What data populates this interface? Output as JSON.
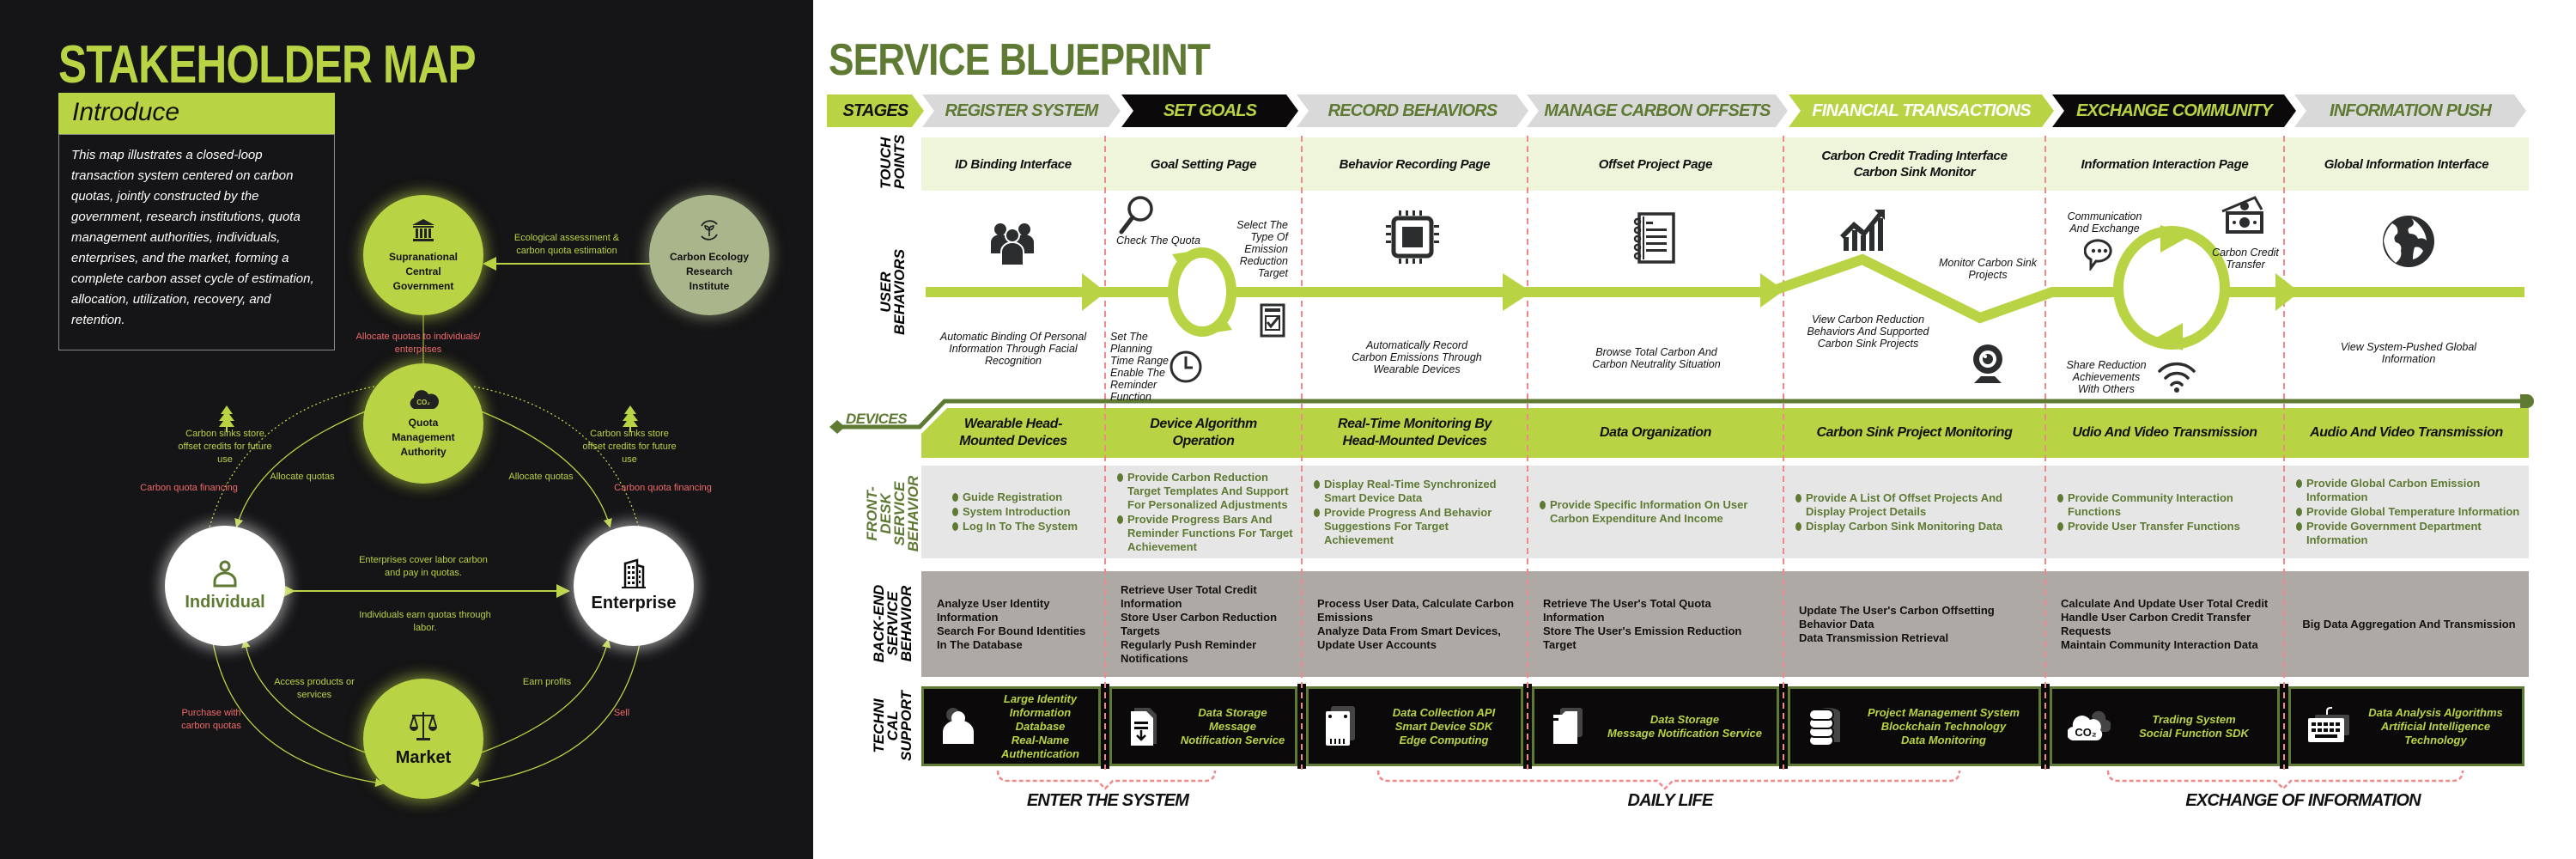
{
  "colors": {
    "accent_lime": "#b8d444",
    "dark_olive": "#5e7a33",
    "background_dark": "#151416",
    "finance_red": "#f06a6a",
    "divider_pink": "#f08a8a",
    "touchpoint_bg": "#eef5da",
    "frontdesk_bg": "#e6e6e6",
    "backend_bg": "#aea9a4",
    "research_node": "#a9b58a"
  },
  "stakeholder_map": {
    "title": "STAKEHOLDER MAP",
    "intro": {
      "heading": "Introduce",
      "body": "This map illustrates a closed-loop transaction system centered on carbon quotas, jointly constructed by the government, research institutions, quota management authorities, individuals, enterprises, and the market, forming a complete carbon asset cycle of estimation, allocation, utilization, recovery, and retention."
    },
    "nodes": {
      "government": {
        "label": "Supranational Central Government",
        "icon": "bank-icon"
      },
      "research": {
        "label": "Carbon Ecology Research Institute",
        "icon": "plant-cycle-icon"
      },
      "quota": {
        "label": "Quota Management Authority",
        "icon": "co2-cloud-icon",
        "icon_text": "CO₂"
      },
      "individual": {
        "label": "Individual",
        "icon": "person-icon"
      },
      "enterprise": {
        "label": "Enterprise",
        "icon": "building-icon"
      },
      "market": {
        "label": "Market",
        "icon": "scale-icon"
      }
    },
    "relations": {
      "research_to_government": "Ecological assessment & carbon quota estimation",
      "government_to_quota": "Allocate quotas to individuals/ enterprises",
      "quota_to_individual": "Allocate quotas",
      "quota_to_enterprise": "Allocate quotas",
      "financing_left": "Carbon quota financing",
      "financing_right": "Carbon quota financing",
      "sinks_left": "Carbon sinks store offset credits for future use",
      "sinks_right": "Carbon sinks store offset credits for future use",
      "enterprise_to_individual": "Enterprises cover labor carbon and pay in quotas.",
      "individual_to_enterprise": "Individuals earn quotas through labor.",
      "market_to_individual": "Access products or services",
      "individual_to_market": "Purchase with carbon quotas",
      "market_to_enterprise": "Earn profits",
      "enterprise_to_market": "Sell"
    }
  },
  "blueprint": {
    "title": "SERVICE BLUEPRINT",
    "stages_label": "STAGES",
    "stages": [
      {
        "label": "REGISTER SYSTEM",
        "style": "grey"
      },
      {
        "label": "SET GOALS",
        "style": "black"
      },
      {
        "label": "RECORD BEHAVIORS",
        "style": "grey"
      },
      {
        "label": "MANAGE CARBON OFFSETS",
        "style": "grey"
      },
      {
        "label": "FINANCIAL TRANSACTIONS",
        "style": "lime"
      },
      {
        "label": "EXCHANGE COMMUNITY",
        "style": "black"
      },
      {
        "label": "INFORMATION PUSH",
        "style": "grey"
      }
    ],
    "row_labels": {
      "touchpoints": "TOUCH POINTS",
      "user_behaviors": "USER BEHAVIORS",
      "devices": "DEVICES",
      "front_desk": "FRONT-DESK SERVICE BEHAVIOR",
      "back_end": "BACK-END SERVICE BEHAVIOR",
      "tech_support": "TECHNI CAL SUPPORT"
    },
    "columns": [
      {
        "touchpoint": [
          "ID Binding Interface"
        ],
        "user_behaviors": [
          "Automatic Binding Of Personal Information Through Facial Recognition"
        ],
        "user_icons": [
          "people-group-icon"
        ],
        "device": "Wearable Head-Mounted Devices",
        "front_desk": [
          "Guide Registration",
          "System Introduction",
          "Log In To The System"
        ],
        "back_end": [
          "Analyze User Identity Information",
          "Search For Bound Identities In The Database"
        ],
        "tech_support": [
          "Large Identity Information Database",
          "Real-Name Authentication"
        ],
        "tech_icon": "user-icon"
      },
      {
        "touchpoint": [
          "Goal Setting Page"
        ],
        "user_behaviors": [
          "Check The Quota",
          "Select The Type Of Emission Reduction Target",
          "Set The Planning Time Range",
          "Enable The Reminder Function"
        ],
        "user_icons": [
          "magnifier-icon",
          "checklist-icon",
          "clock-icon",
          "cycle-arrows-icon"
        ],
        "device": "Device Algorithm Operation",
        "front_desk": [
          "Provide Carbon Reduction Target Templates And Support For Personalized Adjustments",
          "Provide Progress Bars And Reminder Functions For Target Achievement"
        ],
        "back_end": [
          "Retrieve User Total Credit Information",
          "Store User Carbon Reduction Targets",
          "Regularly Push Reminder Notifications"
        ],
        "tech_support": [
          "Data Storage",
          "Message Notification Service"
        ],
        "tech_icon": "document-download-icon"
      },
      {
        "touchpoint": [
          "Behavior Recording Page"
        ],
        "user_behaviors": [
          "Automatically Record Carbon Emissions Through Wearable Devices"
        ],
        "user_icons": [
          "chip-icon"
        ],
        "device": "Real-Time Monitoring By Head-Mounted Devices",
        "front_desk": [
          "Display Real-Time Synchronized Smart Device Data",
          "Provide Progress And Behavior Suggestions For Target Achievement"
        ],
        "back_end": [
          "Process User Data, Calculate Carbon Emissions",
          "Analyze Data From Smart Devices, Update User Accounts"
        ],
        "tech_support": [
          "Data Collection API",
          "Smart Device SDK",
          "Edge Computing"
        ],
        "tech_icon": "device-board-icon"
      },
      {
        "touchpoint": [
          "Offset Project Page"
        ],
        "user_behaviors": [
          "Browse Total Carbon And Carbon Neutrality Situation"
        ],
        "user_icons": [
          "notebook-icon"
        ],
        "device": "Data Organization",
        "front_desk": [
          "Provide Specific Information On User Carbon Expenditure And Income"
        ],
        "back_end": [
          "Retrieve The User's Total Quota Information",
          "Store The User's Emission Reduction Target"
        ],
        "tech_support": [
          "Data Storage",
          "Message Notification Service"
        ],
        "tech_icon": "folder-icon"
      },
      {
        "touchpoint": [
          "Carbon Credit Trading Interface",
          "Carbon Sink Monitor"
        ],
        "user_behaviors": [
          "View Carbon Reduction Behaviors And Supported Carbon Sink Projects",
          "Monitor Carbon Sink Projects"
        ],
        "user_icons": [
          "growth-chart-icon",
          "webcam-icon"
        ],
        "device": "Carbon Sink Project Monitoring",
        "front_desk": [
          "Provide A List Of Offset Projects And Display Project Details",
          "Display Carbon Sink Monitoring Data"
        ],
        "back_end": [
          "Update The User's Carbon Offsetting Behavior Data",
          "Data Transmission Retrieval"
        ],
        "tech_support": [
          "Project Management System",
          "Blockchain Technology",
          "Data Monitoring"
        ],
        "tech_icon": "database-icon"
      },
      {
        "touchpoint": [
          "Information Interaction Page"
        ],
        "user_behaviors": [
          "Communication And Exchange",
          "Carbon Credit Transfer",
          "Share Reduction Achievements With Others"
        ],
        "user_icons": [
          "chat-bubble-icon",
          "money-icon",
          "wifi-icon",
          "cycle-arrows-icon"
        ],
        "device": "Udio And Video Transmission",
        "front_desk": [
          "Provide Community Interaction Functions",
          "Provide User Transfer Functions"
        ],
        "back_end": [
          "Calculate And Update User Total Credit",
          "Handle User Carbon Credit Transfer Requests",
          "Maintain Community Interaction Data"
        ],
        "tech_support": [
          "Trading System",
          "Social Function SDK"
        ],
        "tech_icon": "co2-cloud-icon",
        "tech_icon_text": "CO₂"
      },
      {
        "touchpoint": [
          "Global Information Interface"
        ],
        "user_behaviors": [
          "View System-Pushed Global Information"
        ],
        "user_icons": [
          "globe-icon"
        ],
        "device": "Audio And Video Transmission",
        "front_desk": [
          "Provide Global Carbon Emission Information",
          "Provide Global Temperature Information",
          "Provide Government Department Information"
        ],
        "back_end": [
          "Big Data Aggregation And Transmission"
        ],
        "tech_support": [
          "Data Analysis Algorithms",
          "Artificial Intelligence Technology"
        ],
        "tech_icon": "keyboard-icon"
      }
    ],
    "phases": [
      {
        "label": "ENTER THE SYSTEM"
      },
      {
        "label": "DAILY LIFE"
      },
      {
        "label": "EXCHANGE OF INFORMATION"
      }
    ]
  }
}
